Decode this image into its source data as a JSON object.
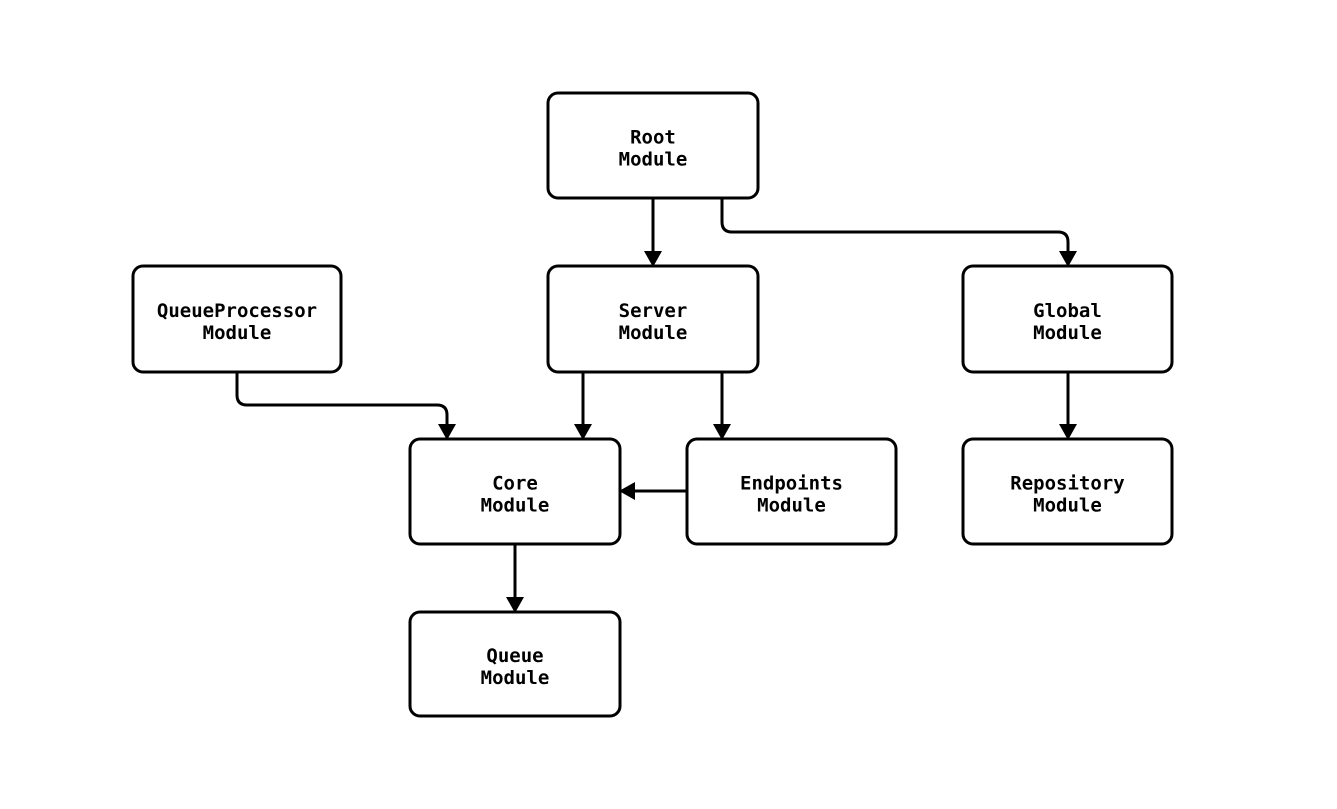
{
  "page": {
    "background_color": "#ffffff"
  },
  "diagram": {
    "type": "flowchart",
    "direction": "top-down",
    "stroke_color": "#000000",
    "node_fill_color": "#ffffff",
    "text_color": "#000000",
    "nodes": [
      {
        "id": "root",
        "label": "Root Module",
        "lines": [
          "Root",
          "Module"
        ]
      },
      {
        "id": "server",
        "label": "Server Module",
        "lines": [
          "Server",
          "Module"
        ]
      },
      {
        "id": "queueprocessor",
        "label": "QueueProcessor Module",
        "lines": [
          "QueueProcessor",
          "Module"
        ]
      },
      {
        "id": "global",
        "label": "Global Module",
        "lines": [
          "Global",
          "Module"
        ]
      },
      {
        "id": "core",
        "label": "Core Module",
        "lines": [
          "Core",
          "Module"
        ]
      },
      {
        "id": "endpoints",
        "label": "Endpoints Module",
        "lines": [
          "Endpoints",
          "Module"
        ]
      },
      {
        "id": "repository",
        "label": "Repository Module",
        "lines": [
          "Repository",
          "Module"
        ]
      },
      {
        "id": "queue",
        "label": "Queue Module",
        "lines": [
          "Queue",
          "Module"
        ]
      }
    ],
    "edges": [
      {
        "from": "root",
        "to": "server"
      },
      {
        "from": "root",
        "to": "global"
      },
      {
        "from": "queueprocessor",
        "to": "core"
      },
      {
        "from": "server",
        "to": "core"
      },
      {
        "from": "server",
        "to": "endpoints"
      },
      {
        "from": "endpoints",
        "to": "core"
      },
      {
        "from": "global",
        "to": "repository"
      },
      {
        "from": "core",
        "to": "queue"
      }
    ]
  }
}
